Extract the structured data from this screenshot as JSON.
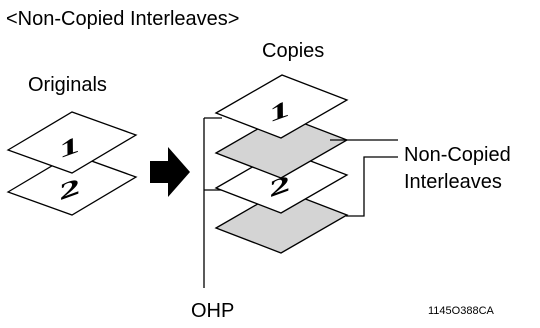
{
  "title": "<Non-Copied  Interleaves>",
  "originals_label": "Originals",
  "copies_label": "Copies",
  "interleaves_label": {
    "line1": "Non-Copied",
    "line2": "Interleaves"
  },
  "ohp_label": "OHP",
  "figure_code": "1145O388CA",
  "original_sheets": [
    "1",
    "2"
  ],
  "copy_sheets": [
    {
      "kind": "copy",
      "number": "1"
    },
    {
      "kind": "interleave",
      "number": ""
    },
    {
      "kind": "copy",
      "number": "2"
    },
    {
      "kind": "interleave",
      "number": ""
    }
  ],
  "colors": {
    "interleave_fill": "#d4d4d4",
    "sheet_fill": "#ffffff",
    "line": "#000000"
  },
  "icons": [
    "right-arrow-icon"
  ]
}
